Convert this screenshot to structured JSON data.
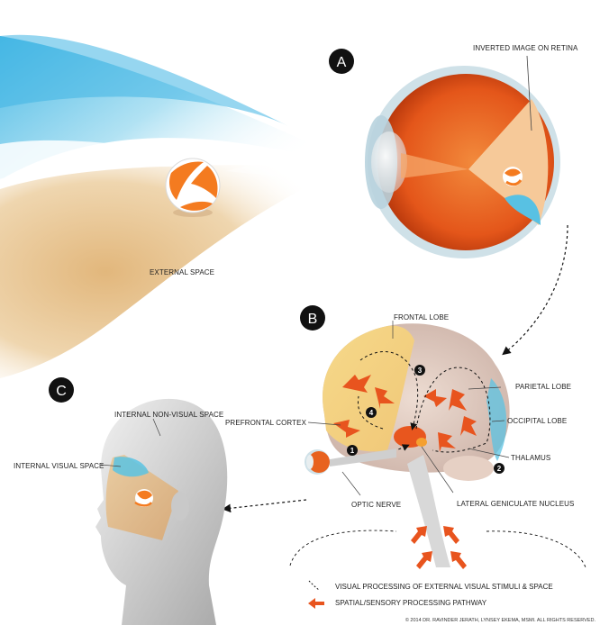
{
  "badges": {
    "a": "A",
    "b": "B",
    "c": "C"
  },
  "labels": {
    "inverted_image": "INVERTED IMAGE ON RETINA",
    "external_space": "EXTERNAL SPACE",
    "frontal_lobe": "FRONTAL LOBE",
    "parietal_lobe": "PARIETAL LOBE",
    "prefrontal_cortex": "PREFRONTAL CORTEX",
    "occipital_lobe": "OCCIPITAL LOBE",
    "thalamus": "THALAMUS",
    "optic_nerve": "OPTIC NERVE",
    "lgn": "LATERAL GENICULATE NUCLEUS",
    "internal_nonvisual": "INTERNAL NON-VISUAL SPACE",
    "internal_visual": "INTERNAL VISUAL SPACE"
  },
  "steps": [
    "1",
    "2",
    "3",
    "4"
  ],
  "legend": {
    "dashed": "VISUAL PROCESSING OF EXTERNAL VISUAL STIMULI & SPACE",
    "arrow": "SPATIAL/SENSORY PROCESSING PATHWAY"
  },
  "copyright": "© 2014 DR. RAVINDER JERATH, LYNSEY EKEMA, MSMI. ALL RIGHTS RESERVED.",
  "colors": {
    "badge": "#111111",
    "pathway_arrow": "#e8541e",
    "sky": "#5fc3e6",
    "sand": "#e9c99a",
    "eye": "#e8621f"
  }
}
